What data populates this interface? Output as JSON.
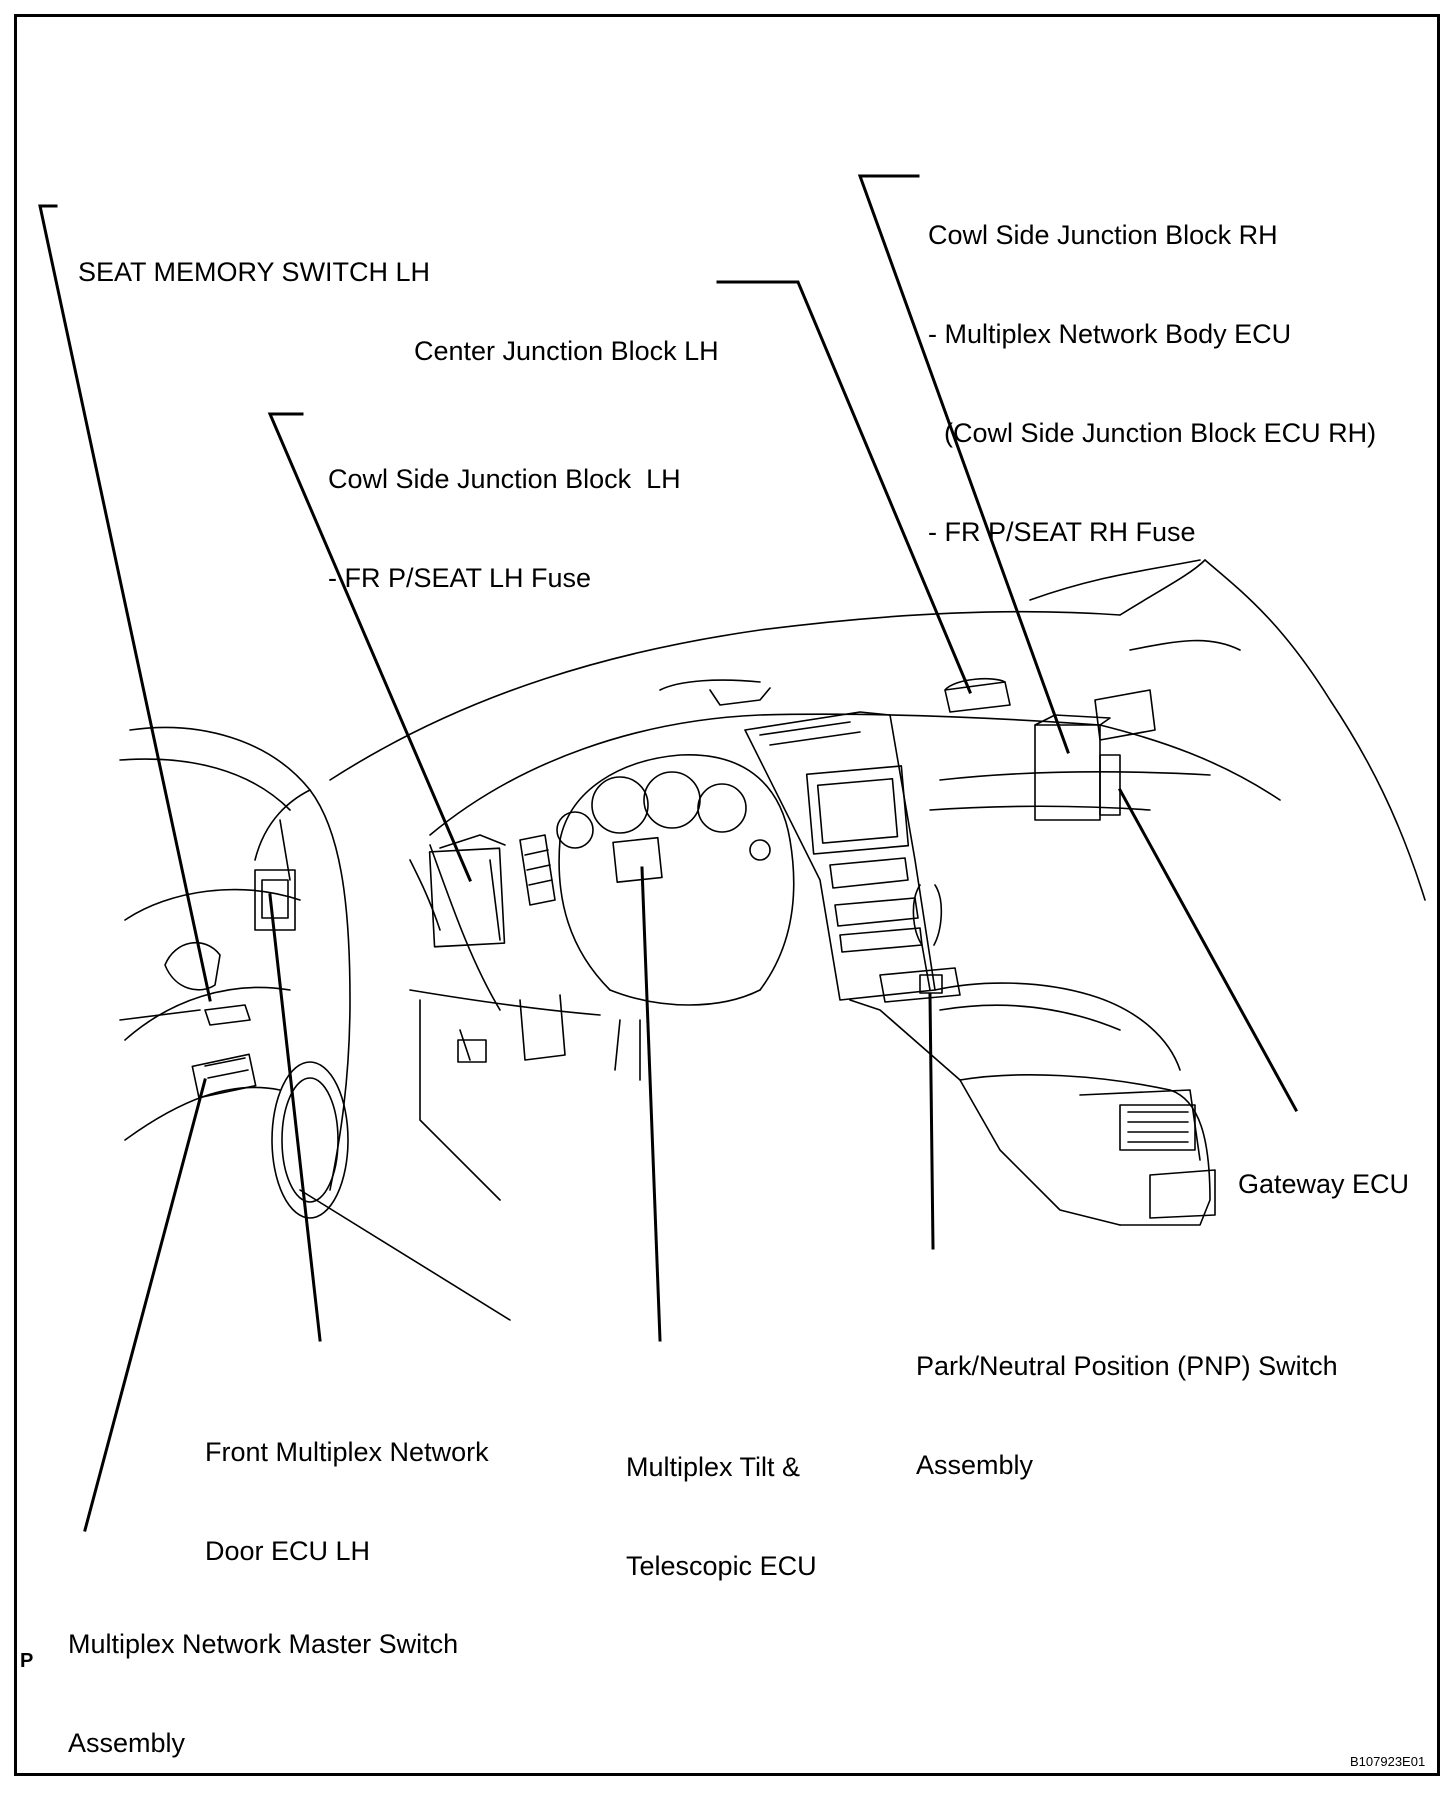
{
  "labels": {
    "seat_memory_switch": "SEAT MEMORY SWITCH LH",
    "cowl_rh": {
      "line1": "Cowl Side Junction Block RH",
      "line2": "- Multiplex Network Body ECU",
      "line3": "(Cowl Side Junction Block ECU RH)",
      "line4": "- FR P/SEAT RH Fuse"
    },
    "center_jb": "Center Junction Block LH",
    "cowl_lh": {
      "line1": "Cowl Side Junction Block  LH",
      "line2": "- FR P/SEAT LH Fuse"
    },
    "gateway_ecu": "Gateway ECU",
    "pnp_switch": {
      "line1": "Park/Neutral Position (PNP) Switch",
      "line2": "Assembly"
    },
    "front_door_ecu": {
      "line1": "Front Multiplex Network",
      "line2": "Door ECU LH"
    },
    "tilt_ecu": {
      "line1": "Multiplex Tilt &",
      "line2": "Telescopic ECU"
    },
    "master_switch": {
      "line1": "Multiplex Network Master Switch",
      "line2": "Assembly"
    }
  },
  "corner_mark": "P",
  "figure_code": "B107923E01"
}
